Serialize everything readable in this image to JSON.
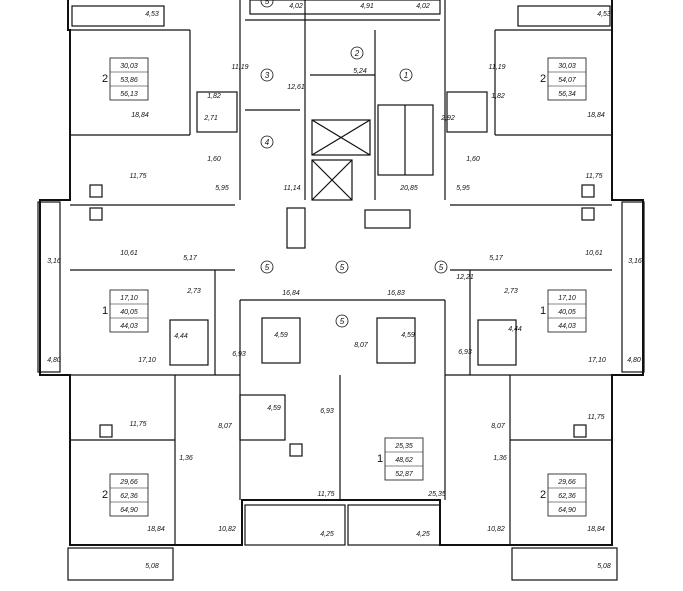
{
  "plan": {
    "stairwells": [
      "1",
      "2",
      "3",
      "4",
      "5",
      "5",
      "5",
      "5",
      "5"
    ],
    "apartments": [
      {
        "rooms": "2",
        "living": "30,03",
        "total": "53,86",
        "gross": "56,13"
      },
      {
        "rooms": "2",
        "living": "30,03",
        "total": "54,07",
        "gross": "56,34"
      },
      {
        "rooms": "1",
        "living": "17,10",
        "total": "40,05",
        "gross": "44,03"
      },
      {
        "rooms": "1",
        "living": "17,10",
        "total": "40,05",
        "gross": "44,03"
      },
      {
        "rooms": "1",
        "living": "25,35",
        "total": "48,62",
        "gross": "52,87"
      },
      {
        "rooms": "2",
        "living": "29,66",
        "total": "62,36",
        "gross": "64,90"
      },
      {
        "rooms": "2",
        "living": "29,66",
        "total": "62,36",
        "gross": "64,90"
      }
    ],
    "areas": [
      "4,53",
      "4,02",
      "4,91",
      "4,02",
      "4,53",
      "11,19",
      "5,24",
      "11,19",
      "12,61",
      "1,82",
      "1,82",
      "2,71",
      "2,92",
      "18,84",
      "18,84",
      "1,60",
      "1,60",
      "11,75",
      "11,75",
      "5,95",
      "11,14",
      "20,85",
      "5,95",
      "10,61",
      "10,61",
      "3,16",
      "3,16",
      "5,17",
      "5,17",
      "12,21",
      "2,73",
      "2,73",
      "16,84",
      "16,83",
      "4,44",
      "4,59",
      "4,59",
      "4,44",
      "4,80",
      "17,10",
      "6,93",
      "8,07",
      "6,93",
      "17,10",
      "4,80",
      "4,59",
      "6,93",
      "11,75",
      "11,75",
      "8,07",
      "8,07",
      "1,36",
      "1,36",
      "11,75",
      "25,35",
      "18,84",
      "10,82",
      "4,25",
      "4,25",
      "10,82",
      "18,84",
      "5,08",
      "5,08"
    ]
  }
}
